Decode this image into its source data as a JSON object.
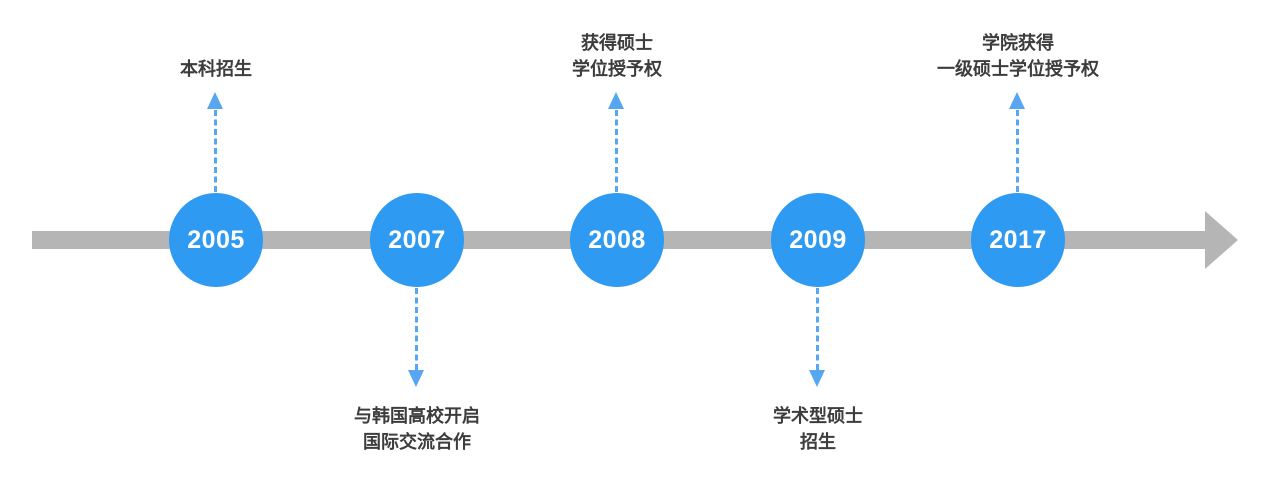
{
  "timeline": {
    "bar_color": "#b5b5b5",
    "node_color": "#2e9af2",
    "connector_color": "#56a6f2",
    "label_color": "#3d3d3d",
    "year_text_color": "#ffffff",
    "items": [
      {
        "year": "2005",
        "side": "up",
        "label_lines": [
          "本科招生"
        ]
      },
      {
        "year": "2007",
        "side": "down",
        "label_lines": [
          "与韩国高校开启",
          "国际交流合作"
        ]
      },
      {
        "year": "2008",
        "side": "up",
        "label_lines": [
          "获得硕士",
          "学位授予权"
        ]
      },
      {
        "year": "2009",
        "side": "down",
        "label_lines": [
          "学术型硕士",
          "招生"
        ]
      },
      {
        "year": "2017",
        "side": "up",
        "label_lines": [
          "学院获得",
          "一级硕士学位授予权"
        ]
      }
    ]
  }
}
